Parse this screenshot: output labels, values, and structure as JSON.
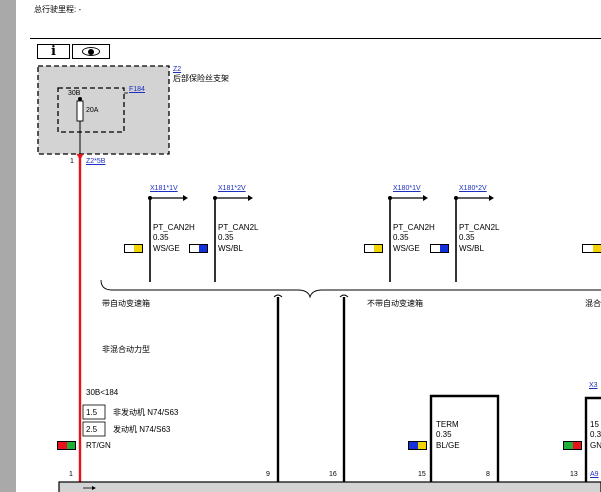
{
  "header": {
    "total_mileage": "总行驶里程: -"
  },
  "toolbar": {
    "info_button_icon": "info-icon",
    "view_button_icon": "eye-icon"
  },
  "component": {
    "id": "Z2",
    "name": "后部保险丝支架",
    "fuse_link": "F184",
    "terminal": "30B",
    "rating": "20A",
    "pin": "1",
    "connector": "Z2*5B"
  },
  "connectors": [
    {
      "name": "X181*1V",
      "signal": "PT_CAN2H",
      "size": "0.35",
      "color_code": "WS/GE",
      "colors": [
        "#ffffff",
        "#f2d400"
      ]
    },
    {
      "name": "X181*2V",
      "signal": "PT_CAN2L",
      "size": "0.35",
      "color_code": "WS/BL",
      "colors": [
        "#ffffff",
        "#1430d8"
      ]
    },
    {
      "name": "X180*1V",
      "signal": "PT_CAN2H",
      "size": "0.35",
      "color_code": "WS/GE",
      "colors": [
        "#ffffff",
        "#f2d400"
      ]
    },
    {
      "name": "X180*2V",
      "signal": "PT_CAN2L",
      "size": "0.35",
      "color_code": "WS/BL",
      "colors": [
        "#ffffff",
        "#1430d8"
      ]
    }
  ],
  "edge_badge_colors": [
    "#ffffff",
    "#f2d400"
  ],
  "variants": {
    "with_auto_trans": "带自动变速箱",
    "without_auto_trans": "不带自动变速箱",
    "hybrid_partial": "混合",
    "non_hybrid": "非混合动力型"
  },
  "supply": {
    "label": "30B<184",
    "rows": [
      {
        "size": "1.5",
        "text": "非发动机 N74/S63"
      },
      {
        "size": "2.5",
        "text": "发动机 N74/S63"
      }
    ],
    "color_code": "RT/GN",
    "colors": [
      "#e8121b",
      "#1fae38"
    ]
  },
  "term_wire": {
    "name": "TERM",
    "size": "0.35",
    "color_code": "BL/GE",
    "colors": [
      "#1430d8",
      "#f2d400"
    ]
  },
  "right_wire": {
    "link": "X3",
    "size_partial": "15",
    "size2_partial": "0.3",
    "color_partial": "GN",
    "colors": [
      "#1fae38",
      "#e8121b"
    ]
  },
  "bottom_pins": [
    "1",
    "9",
    "16",
    "15",
    "8",
    "13"
  ],
  "bottom_link": "A9",
  "colors": {
    "supply_wire": "#e8121b",
    "link": "#1c2fbf",
    "fuse_box_fill": "#d3d3d3"
  }
}
